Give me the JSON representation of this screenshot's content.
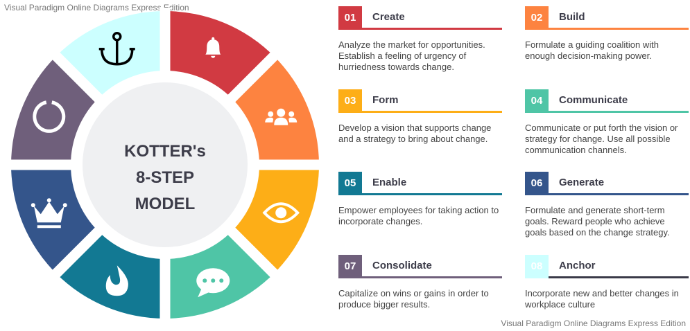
{
  "watermark": "Visual Paradigm Online Diagrams Express Edition",
  "center": {
    "line1": "KOTTER's",
    "line2": "8-STEP",
    "line3": "MODEL"
  },
  "center_color": "#eff0f2",
  "steps": [
    {
      "num": "01",
      "title": "Create",
      "desc": "Analyze the market for opportunities. Establish a feeling of urgency of hurriedness towards change.",
      "color": "#d13a42",
      "line": "#d13a42",
      "icon": "bell-icon"
    },
    {
      "num": "02",
      "title": "Build",
      "desc": "Formulate a guiding coalition with enough decision-making power.",
      "color": "#fd8340",
      "line": "#fd8340",
      "icon": "group-icon"
    },
    {
      "num": "03",
      "title": "Form",
      "desc": "Develop a vision that supports change and a strategy to bring about change.",
      "color": "#fdae17",
      "line": "#fdae17",
      "icon": "eye-icon"
    },
    {
      "num": "04",
      "title": "Communicate",
      "desc": "Communicate or put forth the vision or strategy for change. Use all possible communication channels.",
      "color": "#4fc5a6",
      "line": "#4fc5a6",
      "icon": "chat-bubble-icon"
    },
    {
      "num": "05",
      "title": "Enable",
      "desc": "Empower employees for taking action to incorporate changes.",
      "color": "#127993",
      "line": "#127993",
      "icon": "flame-icon"
    },
    {
      "num": "06",
      "title": "Generate",
      "desc": "Formulate and generate short-term goals. Reward people who achieve goals based on the change strategy.",
      "color": "#34558b",
      "line": "#34558b",
      "icon": "crown-icon"
    },
    {
      "num": "07",
      "title": "Consolidate",
      "desc": "Capitalize on wins or gains in order to produce bigger results.",
      "color": "#6f5f7b",
      "line": "#6f5f7b",
      "icon": "power-ring-icon"
    },
    {
      "num": "08",
      "title": "Anchor",
      "desc": "Incorporate new and better changes in workplace culture",
      "color": "#ccffff",
      "line": "#3a3a48",
      "icon": "anchor-icon"
    }
  ]
}
